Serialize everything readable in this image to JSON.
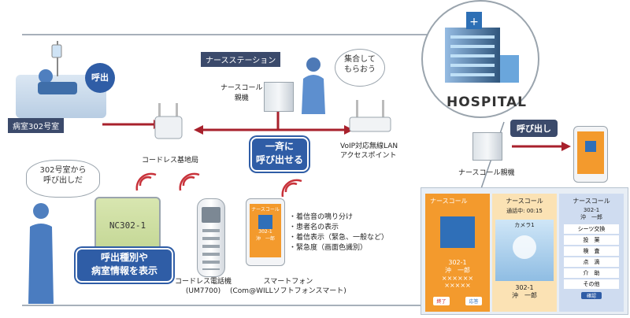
{
  "room_label": "病室302号室",
  "call_bubble": "呼出",
  "station_label": "ナースステーション",
  "nurse_call_unit": "ナースコール\n親機",
  "gather_bubble": "集合して\nもらおう",
  "base_station": "コードレス基地局",
  "ap_label": "VoIP対応無線LAN\nアクセスポイント",
  "broadcast_callout": "一斉に\n呼び出せる",
  "caller_bubble": "302号室から\n呼び出しだ",
  "cordless_screen": {
    "text": "NC302-1"
  },
  "info_callout": "呼出種別や\n病室情報を表示",
  "cordless_label": "コードレス電話機\n(UM7700)",
  "smartphone_label": "スマートフォン\n(Com@WILLソフトフォンスマート)",
  "features": [
    "・着信音の鳴り分け",
    "・患者名の表示",
    "・着信表示（緊急、一般など）",
    "・緊急度（画面色識別）"
  ],
  "hospital_label": "HOSPITAL",
  "call_out_tag": "呼び出し",
  "hospital_unit_label": "ナースコール親機",
  "panel1": {
    "title": "ナースコール",
    "room": "302-1",
    "name": "沖　一郎",
    "mask1": "××××××",
    "mask2": "×××××",
    "btn_end": "終了",
    "btn_reply": "応答"
  },
  "panel2": {
    "title": "ナースコール",
    "status": "通話中: 00:15",
    "camera": "カメラ1",
    "room": "302-1",
    "name": "沖　一郎"
  },
  "panel3": {
    "title": "ナースコール",
    "room": "302-1",
    "name": "沖　一郎",
    "menu": [
      "シーツ交換",
      "投　薬",
      "検　査",
      "点　滴",
      "介　助",
      "その他"
    ],
    "ok": "確認"
  },
  "phone_mini": {
    "title": "ナースコール",
    "room": "302-1",
    "name": "沖　一郎"
  }
}
